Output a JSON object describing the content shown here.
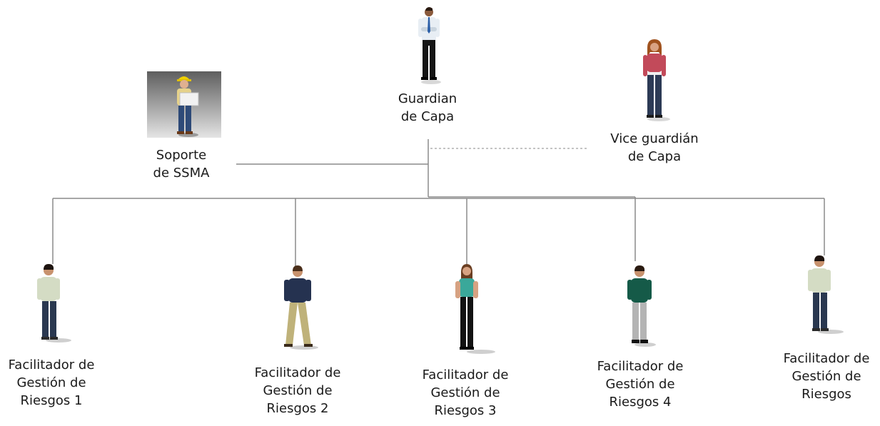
{
  "nodes": {
    "guardian": {
      "line1": "Guardian",
      "line2": "de Capa"
    },
    "vice": {
      "line1": "Vice guardián",
      "line2": "de Capa"
    },
    "soporte": {
      "line1": "Soporte",
      "line2": "de SSMA"
    },
    "facilitators": [
      {
        "line1": "Facilitador de",
        "line2": "Gestión de",
        "line3": "Riesgos 1"
      },
      {
        "line1": "Facilitador de",
        "line2": "Gestión de",
        "line3": "Riesgos 2"
      },
      {
        "line1": "Facilitador de",
        "line2": "Gestión de",
        "line3": "Riesgos 3"
      },
      {
        "line1": "Facilitador de",
        "line2": "Gestión de",
        "line3": "Riesgos 4"
      },
      {
        "line1": "Facilitador de",
        "line2": "Gestión de",
        "line3": "Riesgos"
      }
    ]
  },
  "colors": {
    "connector": "#8a8a8a",
    "dotted_connector": "#a0a0a0",
    "text": "#1a1a1a"
  }
}
